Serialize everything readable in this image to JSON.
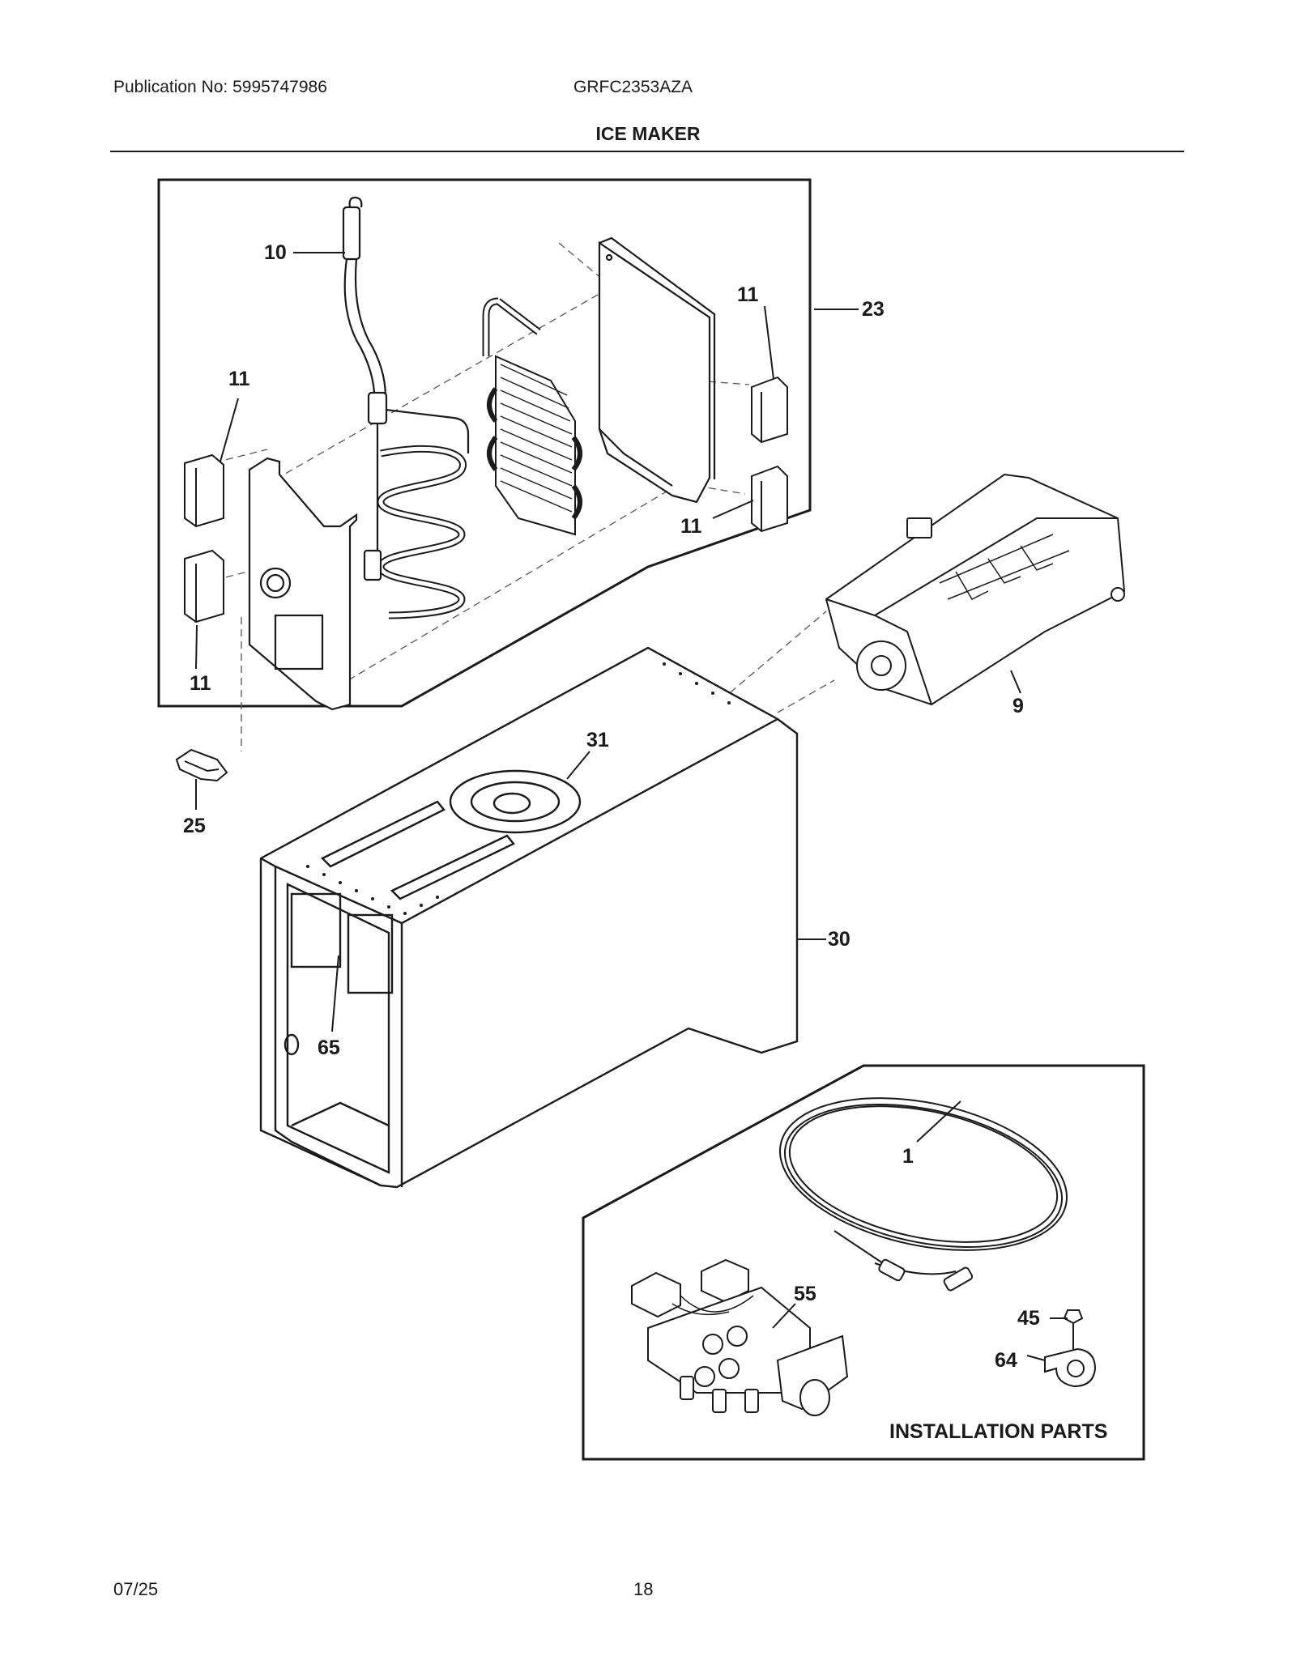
{
  "header": {
    "publication": "Publication No: 5995747986",
    "model": "GRFC2353AZA",
    "title": "ICE MAKER"
  },
  "footer": {
    "date": "07/25",
    "page": "18"
  },
  "callouts": {
    "c10": "10",
    "c11a": "11",
    "c11b": "11",
    "c11c": "11",
    "c11d": "11",
    "c23": "23",
    "c9": "9",
    "c31": "31",
    "c25": "25",
    "c30": "30",
    "c65": "65",
    "c1": "1",
    "c55": "55",
    "c45": "45",
    "c64": "64"
  },
  "installation_box_label": "INSTALLATION PARTS"
}
